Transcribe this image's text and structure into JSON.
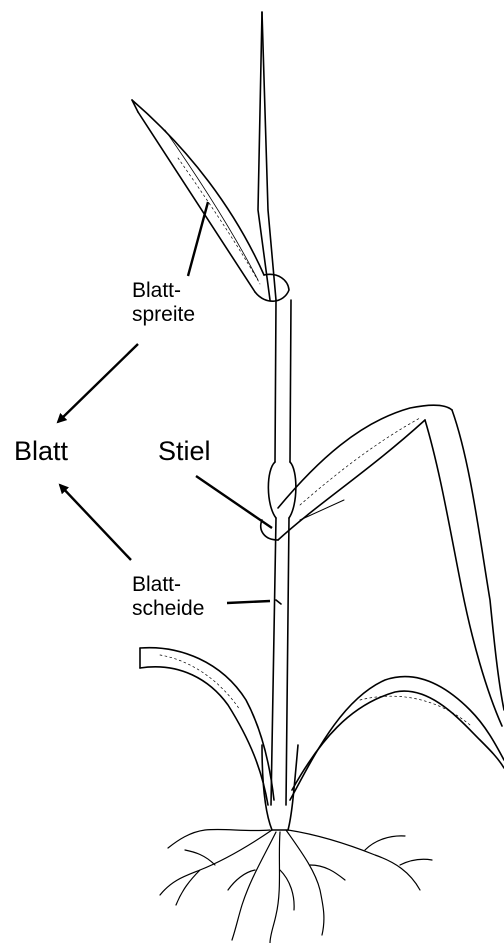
{
  "labels": {
    "blattspreite": [
      "Blatt-",
      "spreite"
    ],
    "blatt": "Blatt",
    "stiel": "Stiel",
    "blattscheide": [
      "Blatt-",
      "scheide"
    ]
  },
  "colors": {
    "ink": "#000000",
    "background": "#ffffff"
  }
}
